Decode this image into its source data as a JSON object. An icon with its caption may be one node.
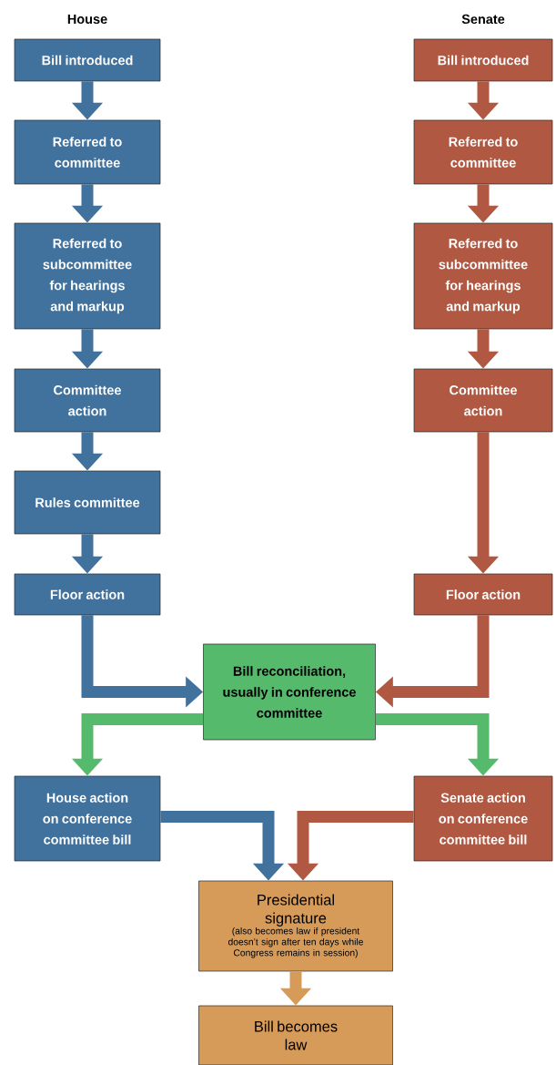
{
  "diagram": {
    "nodes": [
      {
        "text": [
          "Bill introduced"
        ]
      },
      {
        "text": [
          "Referred to committee"
        ]
      },
      {
        "text": [
          "Referred to subcommittee for hearings and markup"
        ]
      },
      {
        "text": [
          "Committee action"
        ]
      },
      {
        "text": [
          "Rules committee"
        ]
      },
      {
        "text": [
          "Floor action"
        ]
      },
      {
        "text": [
          "Bill introduced"
        ]
      },
      {
        "text": [
          "Referred to committee"
        ]
      },
      {
        "text": [
          "Referred to subcommittee for hearings and markup"
        ]
      },
      {
        "text": [
          "Committee action"
        ]
      },
      {
        "text": [
          "Floor action"
        ]
      },
      {
        "text": [
          "Bill reconciliation, usually in conference committee"
        ]
      },
      {
        "text": [
          "House action on conference committee bill"
        ]
      },
      {
        "text": [
          "Senate action on conference committee bill"
        ]
      },
      {
        "text": [
          "Presidential signature",
          "(also becomes law if president doesn’t sign after ten days while Congress remains in session)"
        ]
      },
      {
        "text": [
          "Bill becomes law"
        ]
      }
    ],
    "edges": [
      {
        "from": 0,
        "to": 1,
        "arrow": "to"
      },
      {
        "from": 1,
        "to": 2,
        "arrow": "to"
      },
      {
        "from": 2,
        "to": 3,
        "arrow": "to"
      },
      {
        "from": 3,
        "to": 4,
        "arrow": "to"
      },
      {
        "from": 4,
        "to": 5,
        "arrow": "to"
      },
      {
        "from": 6,
        "to": 7,
        "arrow": "to",
        "color": "#b05842"
      },
      {
        "from": 7,
        "to": 8,
        "arrow": "to",
        "color": "#b05842"
      },
      {
        "from": 8,
        "to": 9,
        "arrow": "to",
        "color": "#b05842"
      },
      {
        "from": 9,
        "to": 10,
        "arrow": "to",
        "color": "#b05842"
      },
      {
        "from": 5,
        "to": 11,
        "arrow": "to"
      },
      {
        "from": 10,
        "to": 11,
        "arrow": "to",
        "color": "#b05842"
      },
      {
        "from": 11,
        "to": 12,
        "arrow": "to",
        "color": "#56ba6c"
      },
      {
        "from": 11,
        "to": 13,
        "arrow": "to",
        "color": "#56ba6c"
      },
      {
        "from": 12,
        "to": 14,
        "arrow": "to"
      },
      {
        "from": 13,
        "to": 14,
        "arrow": "to",
        "color": "#b05842"
      },
      {
        "from": 14,
        "to": 15,
        "arrow": "to",
        "color": "#d79b59"
      }
    ],
    "labels": [
      "House",
      "Senate"
    ]
  }
}
